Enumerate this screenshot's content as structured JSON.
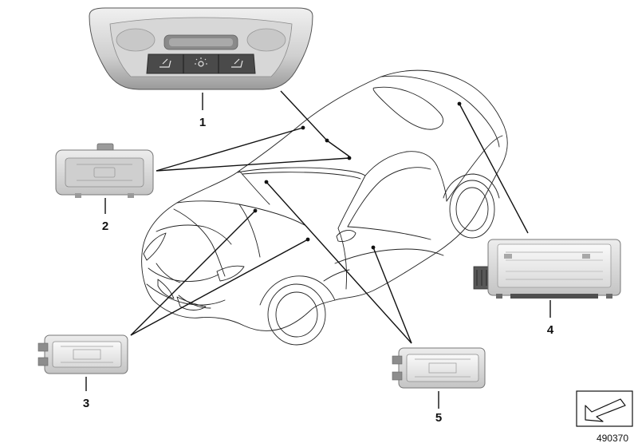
{
  "diagram": {
    "callouts": {
      "part_1": "1",
      "part_2": "2",
      "part_3": "3",
      "part_4": "4",
      "part_5": "5"
    },
    "document_number": "490370"
  },
  "colors": {
    "line": "#222222",
    "part_light": "#e6e6e6",
    "part_mid": "#bdbdbd",
    "part_dark": "#6f6f6f",
    "button": "#4a4a4a"
  },
  "icons": {
    "overhead_console": "overhead-console-light-icon",
    "reading_light": "reading-light-icon",
    "footwell_light": "footwell-light-icon",
    "trunk_light": "trunk-light-icon",
    "door_light": "door-light-icon",
    "navigation": "arrow-down-left-icon"
  }
}
